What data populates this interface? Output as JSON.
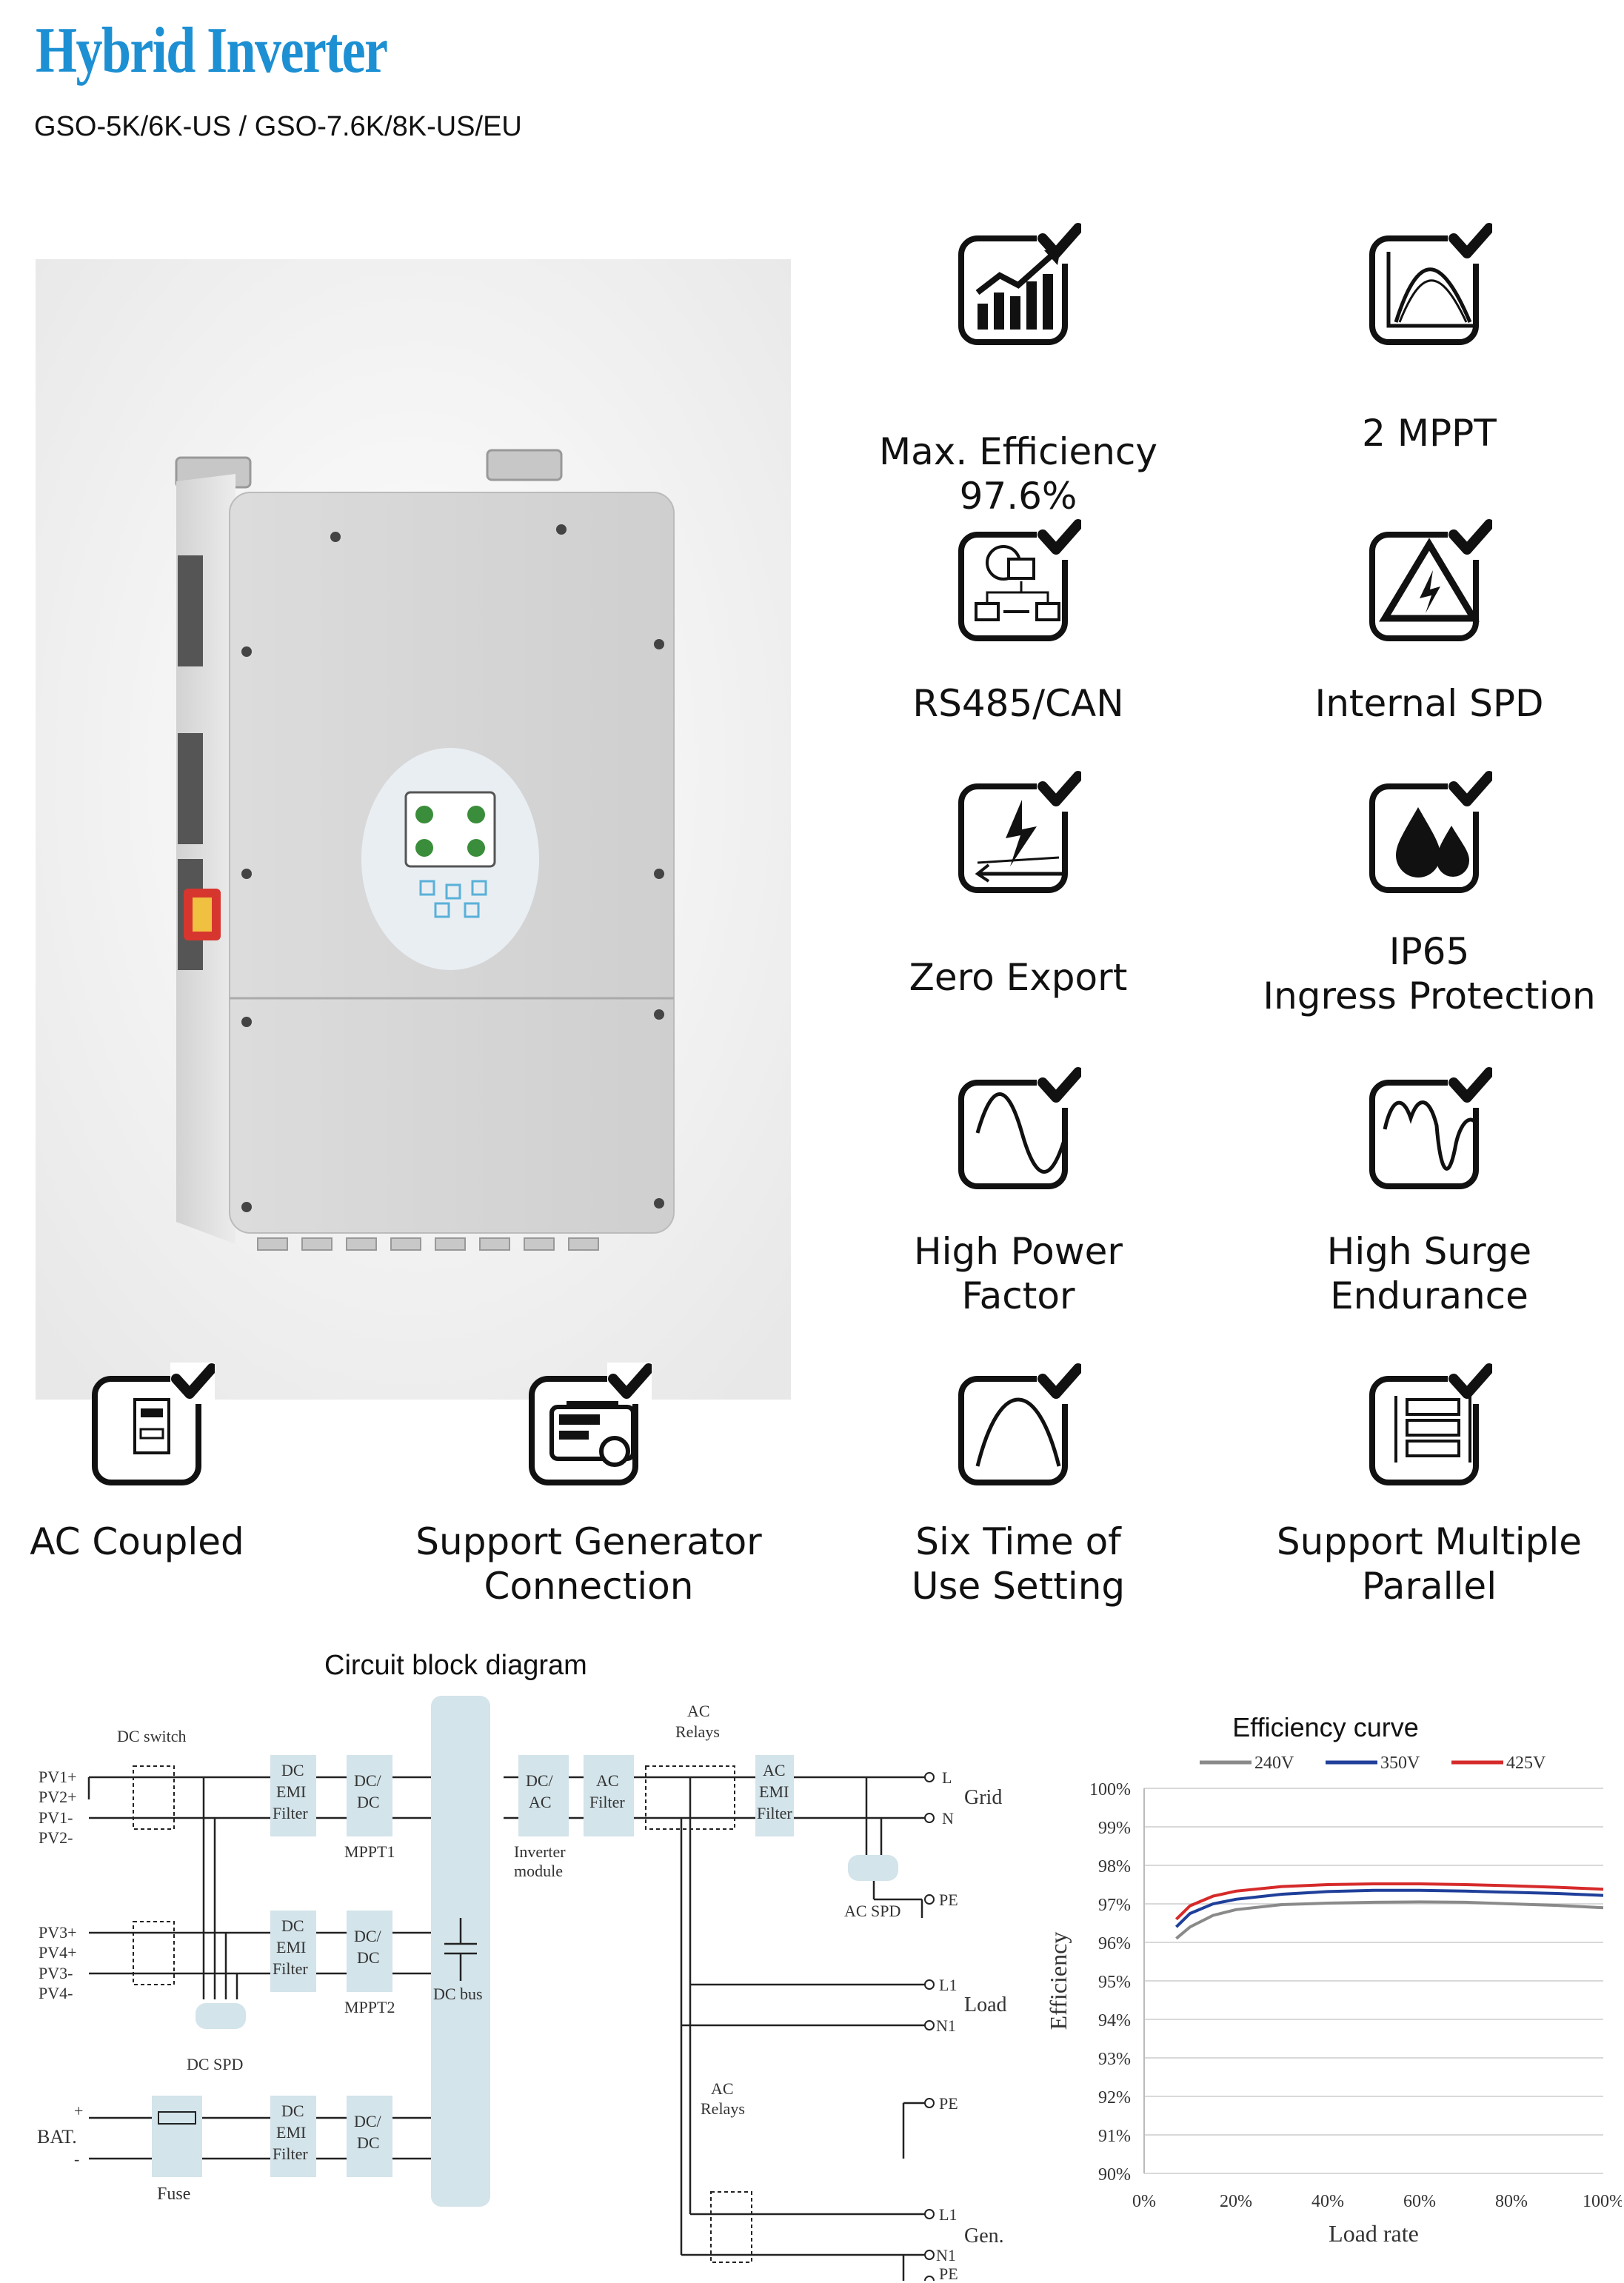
{
  "header": {
    "title": "Hybrid Inverter",
    "subtitle": "GSO-5K/6K-US / GSO-7.6K/8K-US/EU"
  },
  "features": [
    {
      "icon": "efficiency-chart-icon",
      "lines": [
        "Max. Efficiency",
        "97.6%"
      ]
    },
    {
      "icon": "mppt-curve-icon",
      "lines": [
        "2 MPPT"
      ]
    },
    {
      "icon": "network-icon",
      "lines": [
        "RS485/CAN"
      ]
    },
    {
      "icon": "lightning-triangle-icon",
      "lines": [
        "Internal SPD"
      ]
    },
    {
      "icon": "zero-export-icon",
      "lines": [
        "Zero Export"
      ]
    },
    {
      "icon": "water-drops-icon",
      "lines": [
        "IP65",
        "Ingress Protection"
      ]
    },
    {
      "icon": "sine-wave-icon",
      "lines": [
        "High Power",
        "Factor"
      ]
    },
    {
      "icon": "surge-wave-icon",
      "lines": [
        "High Surge",
        "Endurance"
      ]
    },
    {
      "icon": "ac-coupled-icon",
      "lines": [
        "AC Coupled"
      ]
    },
    {
      "icon": "generator-icon",
      "lines": [
        "Support Generator",
        "Connection"
      ]
    },
    {
      "icon": "bell-curve-icon",
      "lines": [
        "Six Time of",
        "Use Setting"
      ]
    },
    {
      "icon": "parallel-stack-icon",
      "lines": [
        "Support Multiple",
        "Parallel"
      ]
    }
  ],
  "circuit": {
    "title": "Circuit block diagram",
    "dc_switch": "DC switch",
    "pv_inputs_1": [
      "PV1+",
      "PV2+",
      "PV1-",
      "PV2-"
    ],
    "pv_inputs_2": [
      "PV3+",
      "PV4+",
      "PV3-",
      "PV4-"
    ],
    "dc_emi_filter": [
      "DC",
      "EMI",
      "Filter"
    ],
    "dcdc": [
      "DC/",
      "DC"
    ],
    "mppt1": "MPPT1",
    "mppt2": "MPPT2",
    "dc_spd": "DC SPD",
    "dc_bus": "DC bus",
    "bat_plus": "+",
    "bat_label": "BAT.",
    "bat_minus": "-",
    "fuse": "Fuse",
    "dcac": [
      "DC/",
      "AC"
    ],
    "inverter_module": [
      "Inverter",
      "module"
    ],
    "ac_filter": [
      "AC",
      "Filter"
    ],
    "ac_relays": [
      "AC",
      "Relays"
    ],
    "ac_emi_filter": [
      "AC",
      "EMI",
      "Filter"
    ],
    "grid_l": "L",
    "grid_n": "N",
    "grid": "Grid",
    "pe": "PE",
    "ac_spd": "AC SPD",
    "load_l1": "L1",
    "load_n1": "N1",
    "load": "Load",
    "gen_l1": "L1",
    "gen_n1": "N1",
    "gen": "Gen."
  },
  "chart_data": {
    "type": "line",
    "title": "Efficiency curve",
    "xlabel": "Load rate",
    "ylabel": "Efficiency",
    "x_ticks": [
      "0%",
      "20%",
      "40%",
      "60%",
      "80%",
      "100%"
    ],
    "y_ticks": [
      "90%",
      "91%",
      "92%",
      "93%",
      "94%",
      "95%",
      "96%",
      "97%",
      "98%",
      "99%",
      "100%"
    ],
    "xlim": [
      0,
      100
    ],
    "ylim": [
      90,
      100
    ],
    "grid": "horizontal",
    "legend_position": "top",
    "x": [
      7,
      10,
      15,
      20,
      30,
      40,
      50,
      60,
      70,
      80,
      90,
      100
    ],
    "series": [
      {
        "name": "240V",
        "color": "#8a8a8a",
        "values": [
          96.1,
          96.4,
          96.7,
          96.85,
          96.98,
          97.02,
          97.04,
          97.05,
          97.04,
          97.0,
          96.96,
          96.9
        ]
      },
      {
        "name": "350V",
        "color": "#1f3f9a",
        "values": [
          96.4,
          96.75,
          97.0,
          97.12,
          97.25,
          97.32,
          97.35,
          97.35,
          97.33,
          97.3,
          97.27,
          97.22
        ]
      },
      {
        "name": "425V",
        "color": "#d62a2a",
        "values": [
          96.6,
          96.95,
          97.2,
          97.33,
          97.45,
          97.5,
          97.52,
          97.52,
          97.5,
          97.47,
          97.43,
          97.38
        ]
      }
    ]
  }
}
